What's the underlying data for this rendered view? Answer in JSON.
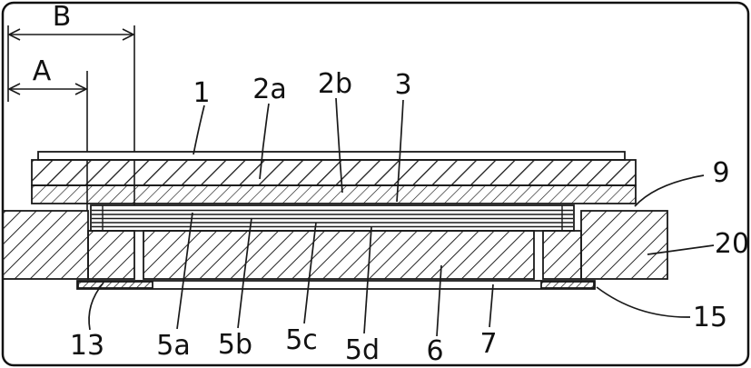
{
  "figure_labels": {
    "dim_b": "B",
    "dim_a": "A",
    "part_1": "1",
    "part_2a": "2a",
    "part_2b": "2b",
    "part_3": "3",
    "part_9": "9",
    "part_20": "20",
    "part_15": "15",
    "part_13": "13",
    "part_5a": "5a",
    "part_5b": "5b",
    "part_5c": "5c",
    "part_5d": "5d",
    "part_6": "6",
    "part_7": "7"
  },
  "colors": {
    "line": "#1a1a1a",
    "background": "#ffffff"
  }
}
